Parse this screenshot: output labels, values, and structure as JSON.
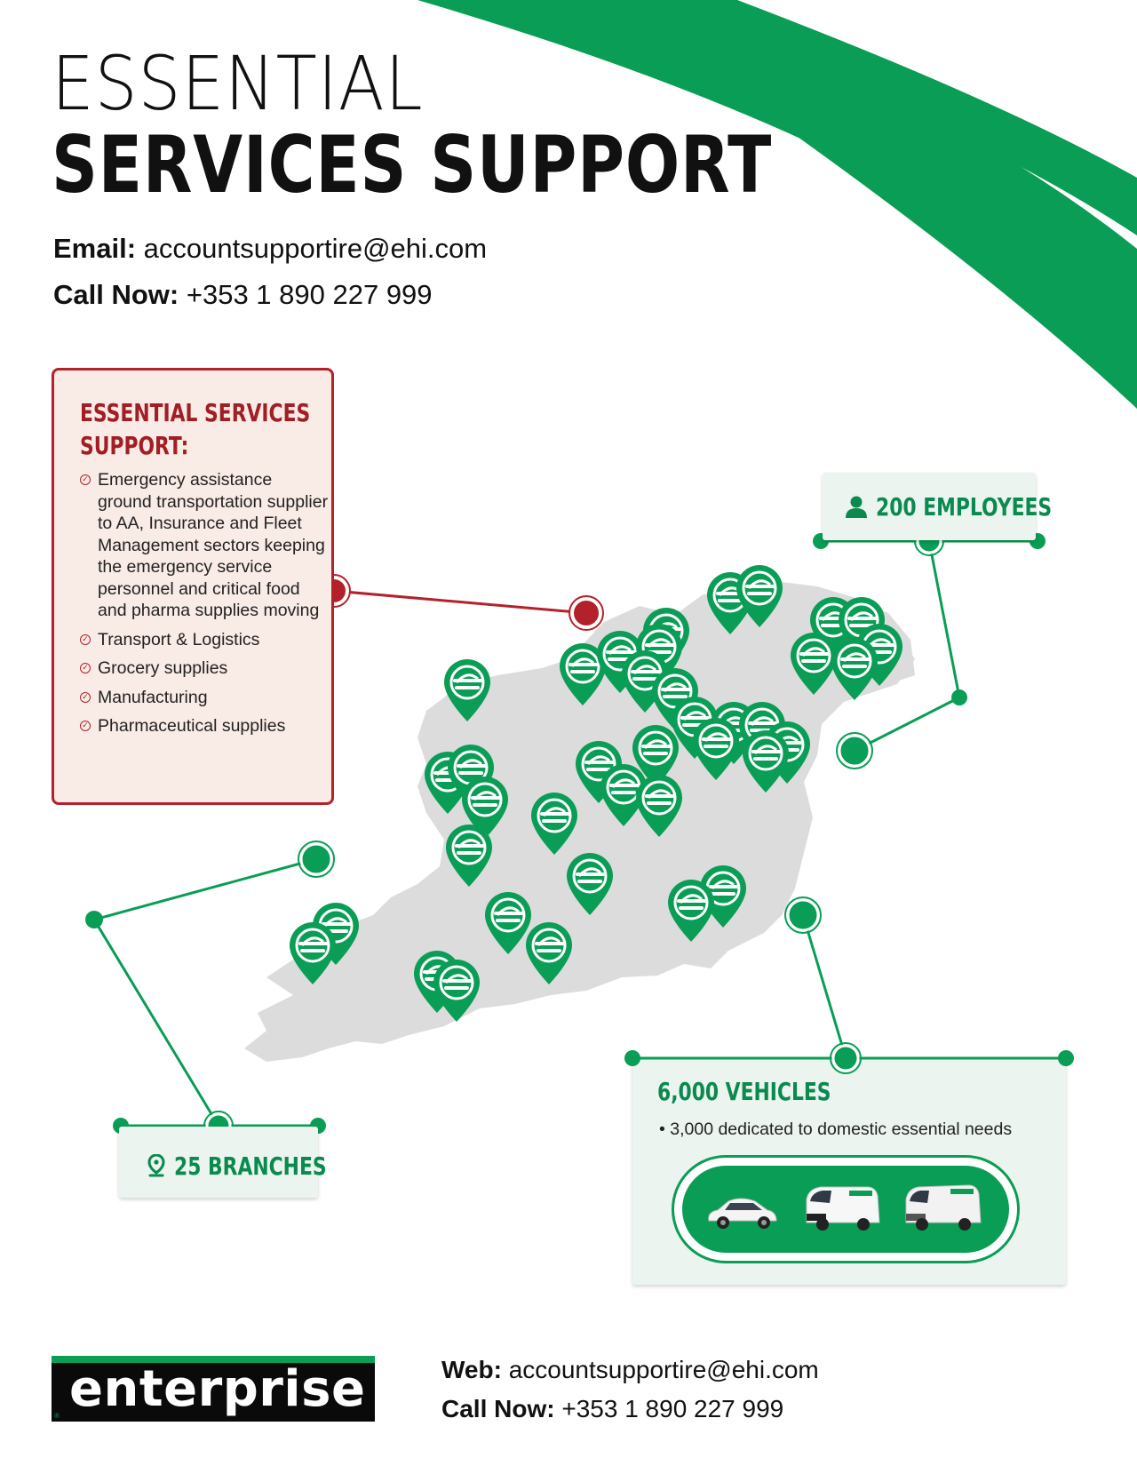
{
  "header": {
    "title_line1": "ESSENTIAL",
    "title_line2": "SERVICES SUPPORT",
    "email_label": "Email:",
    "email_value": "accountsupportire@ehi.com",
    "call_label": "Call Now:",
    "call_value": "+353 1 890 227 999"
  },
  "support_box": {
    "title_line1": "ESSENTIAL SERVICES",
    "title_line2": "SUPPORT:",
    "items": [
      "Emergency assistance ground transportation supplier to AA, Insurance and Fleet Management sectors keeping the emergency service personnel and critical food and pharma supplies moving",
      "Transport & Logistics",
      "Grocery supplies",
      "Manufacturing",
      "Pharmaceutical supplies"
    ]
  },
  "stats": {
    "employees": "200 EMPLOYEES",
    "branches": "25 BRANCHES",
    "vehicles_title": "6,000 VEHICLES",
    "vehicles_bullet": "3,000 dedicated to domestic essential needs"
  },
  "footer": {
    "logo_text": "enterprise",
    "logo_mark": "®",
    "web_label": "Web:",
    "web_value": "accountsupportire@ehi.com",
    "call_label": "Call Now:",
    "call_value": "+353 1 890 227 999"
  },
  "colors": {
    "brand_green": "#0a9d55",
    "accent_red": "#b3222a",
    "map_gray": "#dcdcdc",
    "card_bg": "#ebf4ef"
  },
  "icons": [
    "person-icon",
    "location-pin-icon",
    "check-circle-icon",
    "enterprise-map-pin-icon",
    "car-icon",
    "van-icon"
  ]
}
